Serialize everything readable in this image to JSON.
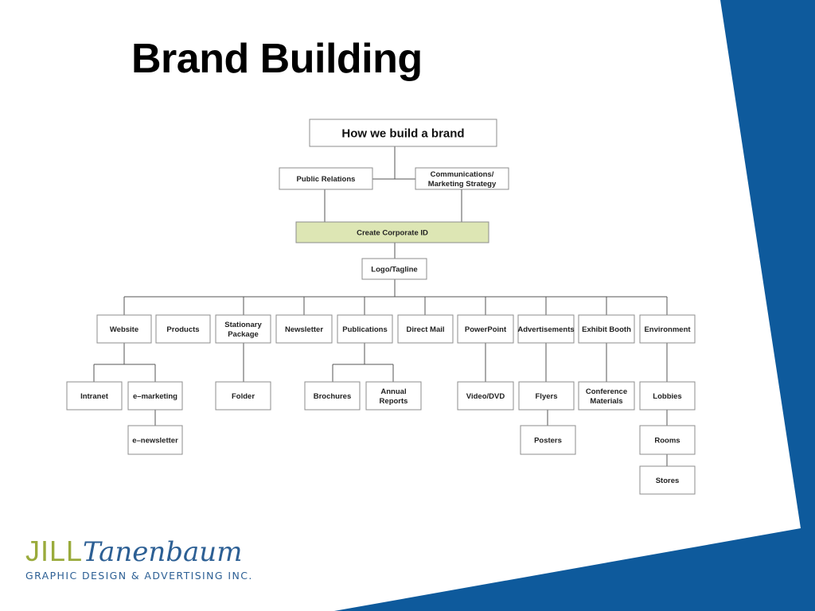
{
  "slide": {
    "title": "Brand Building"
  },
  "diagram": {
    "nodes": {
      "root": "How we build a brand",
      "public_relations": "Public Relations",
      "communications": [
        "Communications/",
        "Marketing Strategy"
      ],
      "corporate_id": "Create Corporate ID",
      "logo_tagline": "Logo/Tagline",
      "website": "Website",
      "products": "Products",
      "stationary": [
        "Stationary",
        "Package"
      ],
      "newsletter": "Newsletter",
      "publications": "Publications",
      "direct_mail": "Direct Mail",
      "powerpoint": "PowerPoint",
      "advertisements": "Advertisements",
      "exhibit_booth": "Exhibit Booth",
      "environment": "Environment",
      "intranet": "Intranet",
      "e_marketing": "e–marketing",
      "e_newsletter": "e–newsletter",
      "folder": "Folder",
      "brochures": "Brochures",
      "annual_reports": [
        "Annual",
        "Reports"
      ],
      "video_dvd": "Video/DVD",
      "flyers": "Flyers",
      "posters": "Posters",
      "conference": [
        "Conference",
        "Materials"
      ],
      "lobbies": "Lobbies",
      "rooms": "Rooms",
      "stores": "Stores"
    }
  },
  "logo": {
    "name_part1": "JILL",
    "name_part2": "Tanenbaum",
    "tagline": "GRAPHIC DESIGN & ADVERTISING INC."
  },
  "colors": {
    "accent_blue": "#0e5a9c",
    "highlight_green": "#dde6b4",
    "logo_green": "#9aab3c",
    "logo_blue": "#2c5f94"
  }
}
